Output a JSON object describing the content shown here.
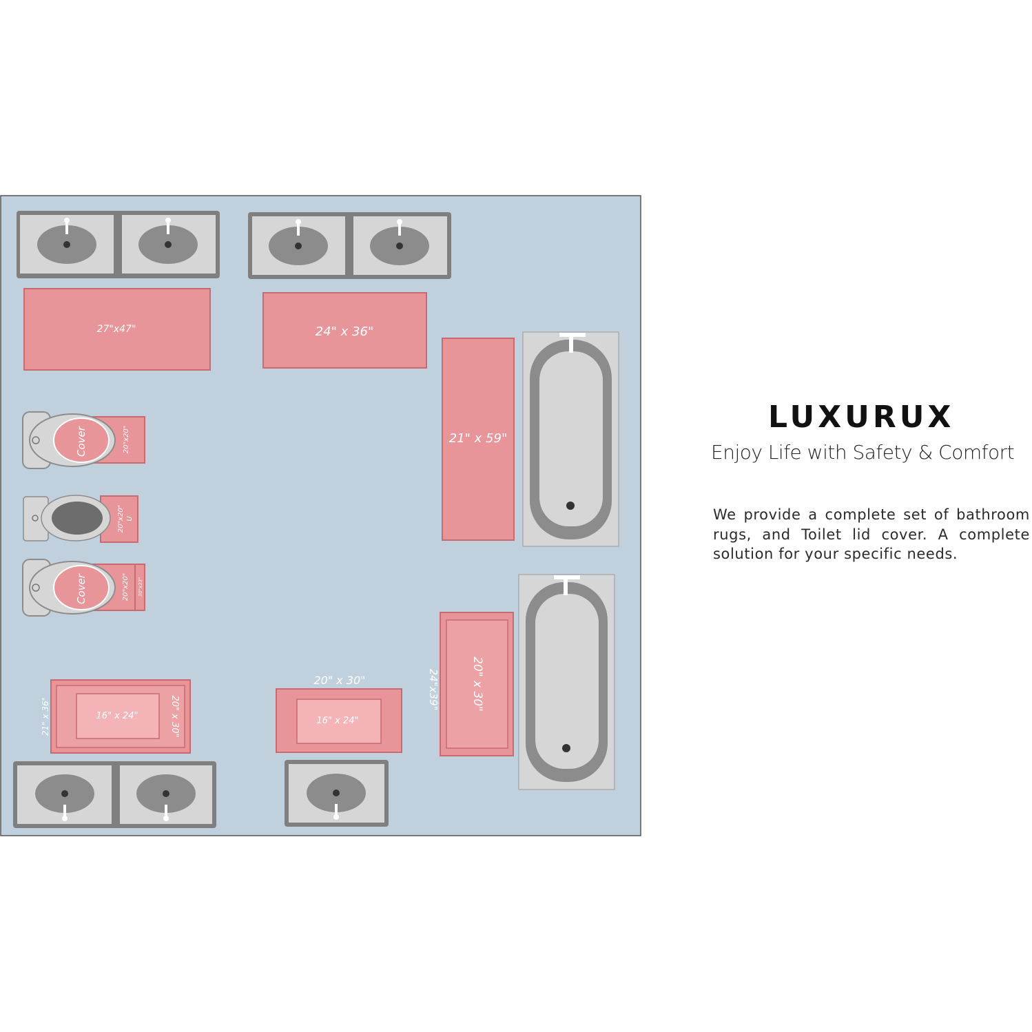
{
  "brand": {
    "name": "LUXURUX",
    "tagline": "Enjoy Life with Safety & Comfort",
    "description": "We provide a complete set of bathroom rugs, and Toilet lid cover. A complete solution for your specific needs."
  },
  "plan": {
    "rug_labels": {
      "r27x47": "27\"x47\"",
      "r24x36": "24\" x 36\"",
      "r21x59": "21\" x 59\"",
      "toilet1_cover": "Cover",
      "toilet1_mat": "20\"x20\"",
      "toilet2_mat": "20\"x20\"",
      "toilet2_u": "U",
      "toilet3_cover": "Cover",
      "toilet3_mat": "20\"x20\"",
      "toilet3_small": "30\"x23\"",
      "set1_outer": "21\" x 36\"",
      "set1_mid": "20\" x 30\"",
      "set1_inner": "16\" x 24\"",
      "set2_top": "20\" x 30\"",
      "set2_inner": "16\" x 24\"",
      "set3_outer": "24\"x39\"",
      "set3_inner": "20\" x 30\""
    }
  },
  "colors": {
    "floor": "#c0d0dc",
    "rug": "#e8959a",
    "rug_light": "#f4b4b7",
    "fixture": "#d3d3d3",
    "fixture_dark": "#9a9a9a"
  }
}
